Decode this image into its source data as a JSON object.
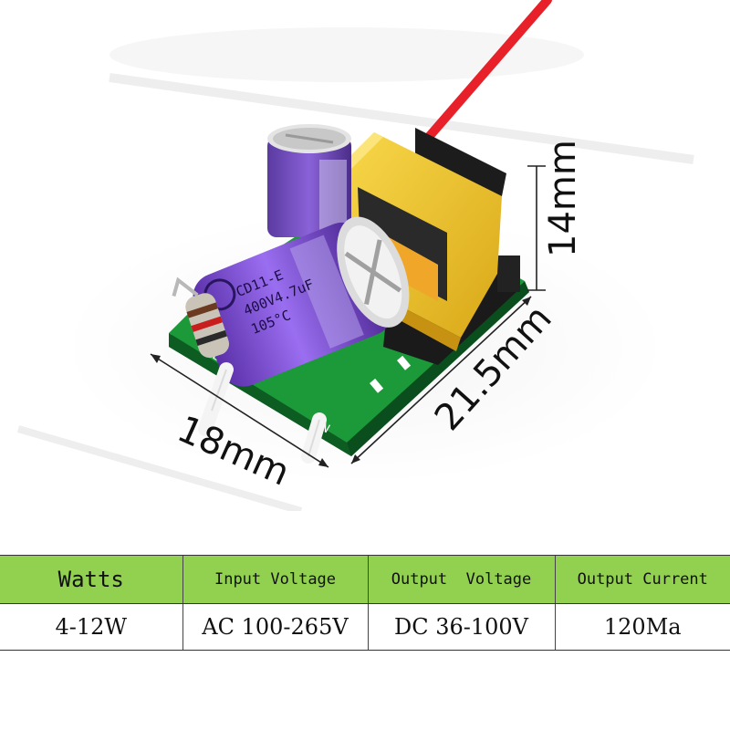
{
  "dimensions": {
    "width_label": "18mm",
    "length_label": "21.5mm",
    "height_label": "14mm"
  },
  "capacitor_large": {
    "line1": "CD11-E",
    "line2": "400V4.7uF",
    "line3": "105°C"
  },
  "spec_table": {
    "headers": [
      "Watts",
      "Input Voltage",
      "Output  Voltage",
      "Output Current"
    ],
    "row": [
      "4-12W",
      "AC 100-265V",
      "DC 36-100V",
      "120Ma"
    ]
  },
  "colors": {
    "header_bg": "#92d050",
    "pcb": "#1c9a3a",
    "capacitor": "#7a4ad0",
    "transformer": "#f2c62a",
    "wire_red": "#e8202a"
  }
}
